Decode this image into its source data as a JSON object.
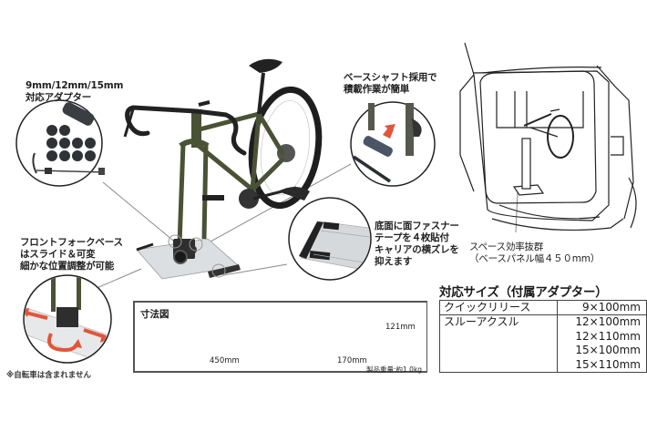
{
  "callouts": {
    "adapter": {
      "lines": [
        "9mm/12mm/15mm",
        "対応アダプター"
      ]
    },
    "base_shaft": {
      "lines": [
        "ベースシャフト採用で",
        "積載作業が簡単"
      ]
    },
    "fork_base": {
      "lines": [
        "フロントフォークベース",
        "はスライド＆可変",
        "細かな位置調整が可能"
      ]
    },
    "fastener": {
      "lines": [
        "底面に面ファスナー",
        "テープを４枚貼付",
        "キャリアの横ズレを",
        "抑えます"
      ]
    },
    "space": {
      "lines": [
        "スペース効率抜群",
        "（ベースパネル幅４５０mm）"
      ]
    }
  },
  "dimensions": {
    "title": "寸法図",
    "width_label": "450mm",
    "depth_label": "170mm",
    "height_label": "121mm",
    "weight_label": "製品重量:約1.0kg"
  },
  "spec_table": {
    "title": "対応サイズ（付属アダプター）",
    "rows": [
      {
        "type": "クイックリリース",
        "sizes": [
          "9×100mm"
        ]
      },
      {
        "type": "スルーアクスル",
        "sizes": [
          "12×100mm",
          "12×110mm",
          "15×100mm",
          "15×110mm"
        ]
      }
    ]
  },
  "footnote": "※自転車は含まれません",
  "colors": {
    "frame_green": "#4a5236",
    "tire_black": "#1e1e1e",
    "base_silver": "#d9dcde",
    "arrow_red": "#e0563a",
    "outline": "#222222"
  }
}
